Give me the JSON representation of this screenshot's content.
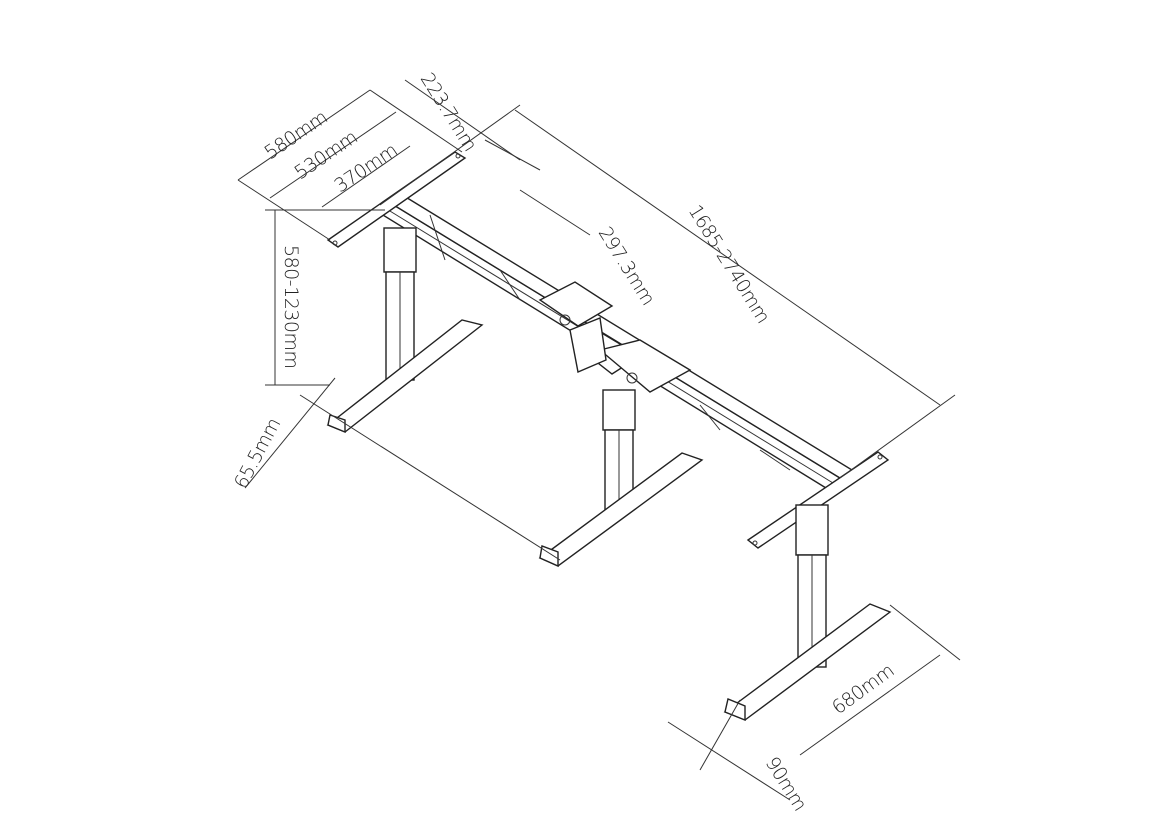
{
  "title": "Three-leg electric standing desk frame dimensions",
  "dimensions": {
    "top_plate_length": "580mm",
    "plate_hole_span": "530mm",
    "plate_inner_span": "370mm",
    "plate_offset": "223.7mm",
    "beam_segment": "297.3mm",
    "frame_width_range": "1685-2740mm",
    "height_range": "580-1230mm",
    "foot_height": "65.5mm",
    "foot_length": "680mm",
    "foot_width": "90mm"
  },
  "colors": {
    "line": "#333333",
    "background": "#ffffff"
  }
}
